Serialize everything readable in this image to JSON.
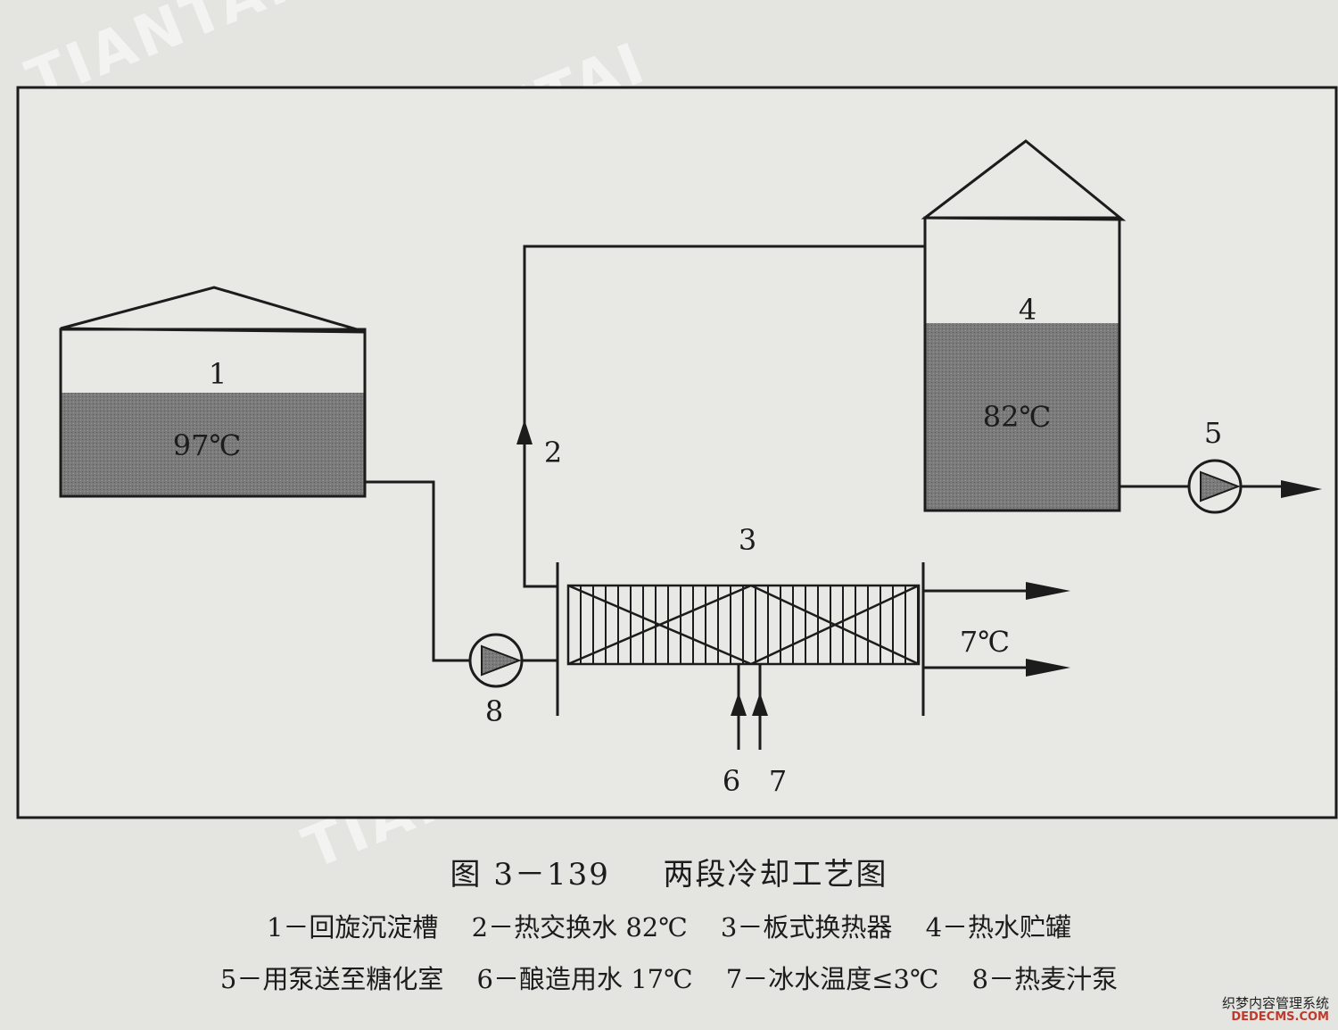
{
  "watermark": "TIANTAI",
  "diagram": {
    "tank1": {
      "number": "1",
      "temperature": "97℃"
    },
    "tank4": {
      "number": "4",
      "temperature": "82℃"
    },
    "pump5": {
      "number": "5"
    },
    "pump8": {
      "number": "8"
    },
    "line2": {
      "number": "2"
    },
    "exchanger3": {
      "number": "3"
    },
    "inlet6": {
      "number": "6"
    },
    "inlet7": {
      "number": "7"
    },
    "outlet_temperature": "7℃"
  },
  "caption": {
    "figure_no": "图 3－139",
    "title": "两段冷却工艺图",
    "legend_row1": [
      "1－回旋沉淀槽",
      "2－热交换水 82℃",
      "3－板式换热器",
      "4－热水贮罐"
    ],
    "legend_row2": [
      "5－用泵送至糖化室",
      "6－酿造用水 17℃",
      "7－冰水温度≤3℃",
      "8－热麦汁泵"
    ]
  },
  "site_mark": {
    "cn": "织梦内容管理系统",
    "en": "DEDECMS.COM"
  },
  "colors": {
    "liquid_fill": "#777777",
    "line": "#1c1c1c",
    "page": "#e4e5e1",
    "frame_bg": "#e8e9e5"
  }
}
